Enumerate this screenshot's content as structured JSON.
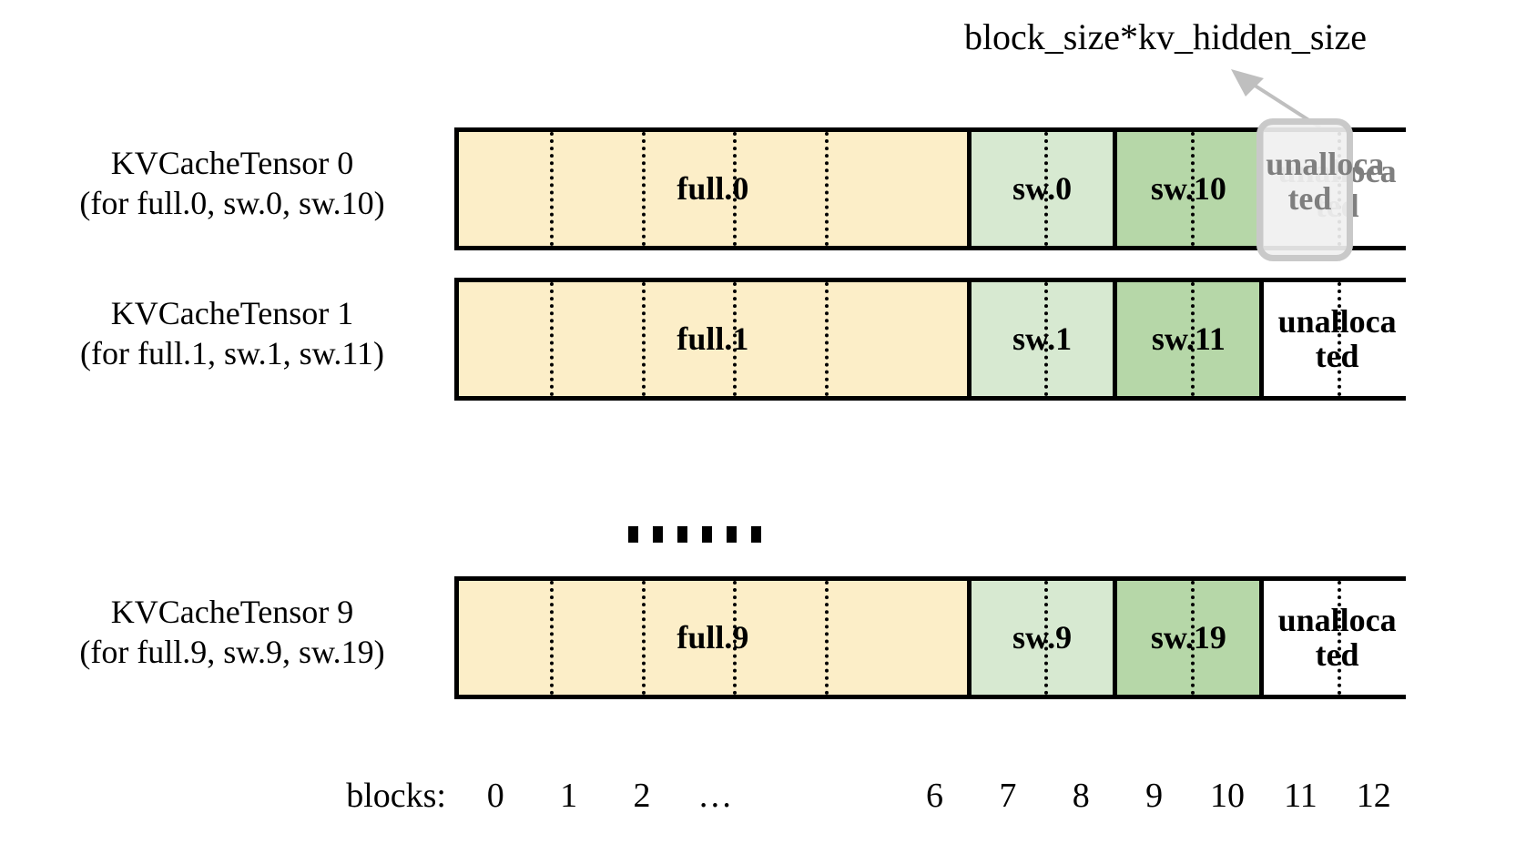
{
  "diagram": {
    "title_annotation": "block_size*kv_hidden_size",
    "colors": {
      "full_fill": "#FCEEC8",
      "sw_fill": "#D7E9D1",
      "sw2_fill": "#B6D7A8",
      "unallocated_fill": "#FFFFFF",
      "border": "#000000",
      "highlight_border": "#C9C9C9",
      "highlight_text": "#7F7F7F",
      "arrow": "#BFBFBF"
    },
    "rows": [
      {
        "label_line1": "KVCacheTensor 0",
        "label_line2": "(for full.0, sw.0, sw.10)",
        "segments": [
          {
            "text": "full.0",
            "fill": "full",
            "blocks": 7,
            "highlighted": false
          },
          {
            "text": "sw.0",
            "fill": "sw",
            "blocks": 2,
            "highlighted": false
          },
          {
            "text": "sw.10",
            "fill": "sw2",
            "blocks": 2,
            "highlighted": false
          },
          {
            "text": "unallocated",
            "fill": "un",
            "blocks": 2,
            "highlighted": true
          }
        ]
      },
      {
        "label_line1": "KVCacheTensor 1",
        "label_line2": "(for full.1, sw.1, sw.11)",
        "segments": [
          {
            "text": "full.1",
            "fill": "full",
            "blocks": 7,
            "highlighted": false
          },
          {
            "text": "sw.1",
            "fill": "sw",
            "blocks": 2,
            "highlighted": false
          },
          {
            "text": "sw.11",
            "fill": "sw2",
            "blocks": 2,
            "highlighted": false
          },
          {
            "text": "unallocated",
            "fill": "un",
            "blocks": 2,
            "highlighted": false
          }
        ]
      },
      {
        "label_line1": "KVCacheTensor 9",
        "label_line2": "(for full.9, sw.9, sw.19)",
        "segments": [
          {
            "text": "full.9",
            "fill": "full",
            "blocks": 7,
            "highlighted": false
          },
          {
            "text": "sw.9",
            "fill": "sw",
            "blocks": 2,
            "highlighted": false
          },
          {
            "text": "sw.19",
            "fill": "sw2",
            "blocks": 2,
            "highlighted": false
          },
          {
            "text": "unallocated",
            "fill": "un",
            "blocks": 2,
            "highlighted": false
          }
        ]
      }
    ],
    "vertical_ellipsis_dots": 6,
    "axis": {
      "title": "blocks:",
      "ticks": [
        "0",
        "1",
        "2",
        "…",
        "6",
        "7",
        "8",
        "9",
        "10",
        "11",
        "12"
      ],
      "tick_block_index": [
        0,
        1,
        2,
        3,
        6,
        7,
        8,
        9,
        10,
        11,
        12
      ]
    },
    "highlight": {
      "line1": "unalloca",
      "line2": "ted"
    }
  }
}
